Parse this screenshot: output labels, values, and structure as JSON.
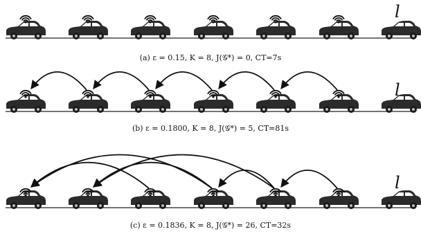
{
  "figure": {
    "end_label": "l",
    "panels": [
      {
        "id": "a",
        "caption": "(a) ε = 0.15, K = 8, J(𝒢*) = 0, CT=7s",
        "links": []
      },
      {
        "id": "b",
        "caption": "(b) ε = 0.1800, K = 8, J(𝒢*) = 5, CT=81s",
        "links": [
          [
            1,
            0
          ],
          [
            2,
            1
          ],
          [
            3,
            2
          ],
          [
            4,
            3
          ],
          [
            5,
            4
          ]
        ]
      },
      {
        "id": "c",
        "caption": "(c) ε = 0.1836, K = 8, J(𝒢*) = 26, CT=32s",
        "links": [
          [
            2,
            0
          ],
          [
            3,
            0
          ],
          [
            4,
            1
          ],
          [
            3,
            1
          ],
          [
            5,
            4
          ],
          [
            4,
            3
          ]
        ]
      }
    ]
  }
}
